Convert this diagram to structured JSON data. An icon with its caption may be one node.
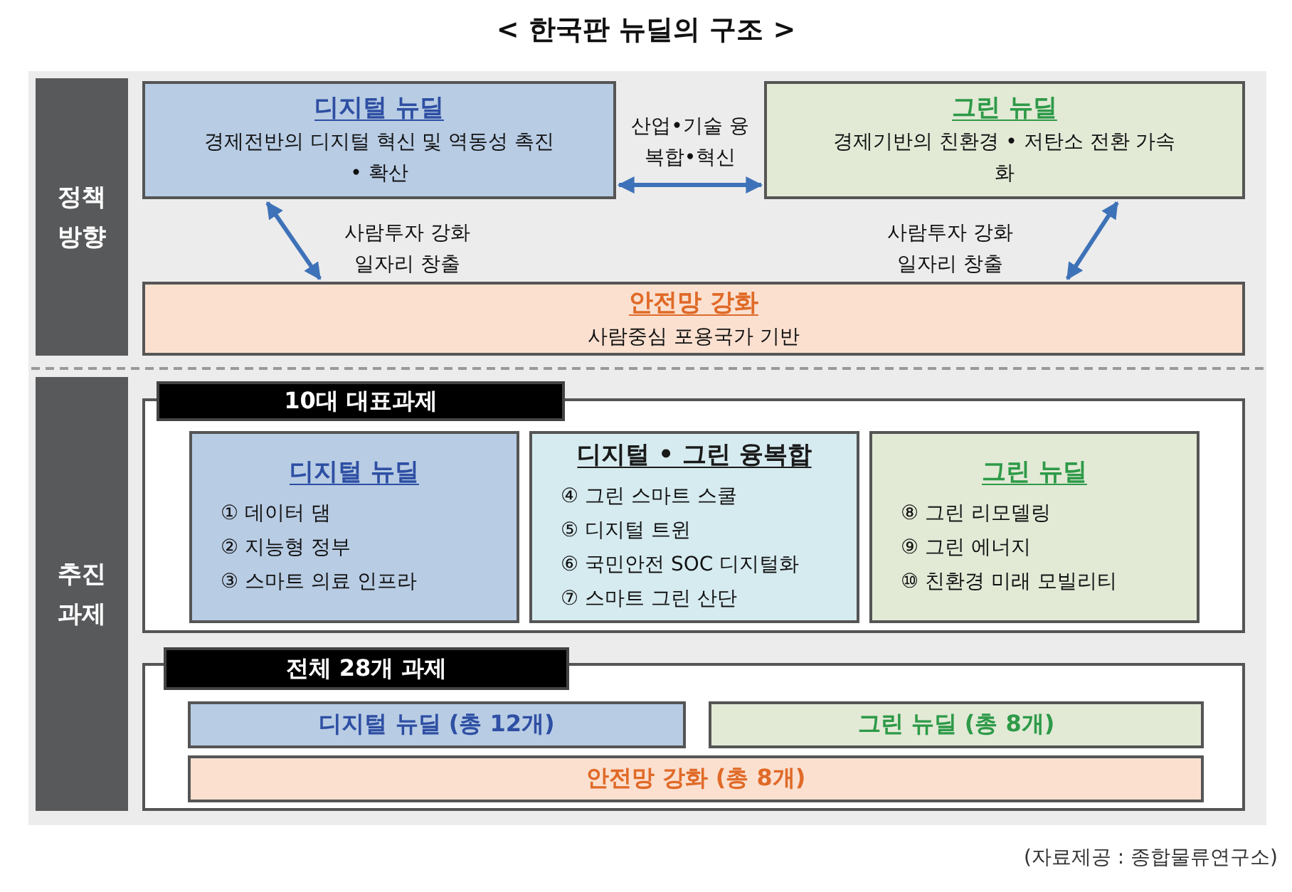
{
  "diagram": {
    "title": "< 한국판 뉴딜의 구조 >",
    "caption": "(자료제공 : 종합물류연구소)",
    "nodes": [
      {
        "text": [
          "정책 방향"
        ]
      },
      {
        "text": [
          "디지털 뉴딜",
          "경제전반의 디지털 혁신 및 역동성 촉진 • 확산"
        ]
      },
      {
        "text": [
          "그린 뉴딜",
          "경제기반의 친환경 • 저탄소 전환 가속화"
        ]
      },
      {
        "text": [
          "안전망 강화",
          "사람중심 포용국가 기반"
        ]
      },
      {
        "text": [
          "추진 과제"
        ]
      },
      {
        "text": [
          "10대 대표과제"
        ]
      },
      {
        "text": [
          "디지털 뉴딜",
          "① 데이터 댐",
          "② 지능형 정부",
          "③ 스마트 의료 인프라"
        ],
        "in": 5
      },
      {
        "text": [
          "디지털 • 그린 융복합",
          "④ 그린 스마트 스쿨",
          "⑤ 디지털 트윈",
          "⑥ 국민안전 SOC 디지털화",
          "⑦ 스마트 그린 산단"
        ],
        "in": 5
      },
      {
        "text": [
          "그린 뉴딜",
          "⑧ 그린 리모델링",
          "⑨ 그린 에너지",
          "⑩ 친환경 미래 모빌리티"
        ],
        "in": 5
      },
      {
        "text": [
          "전체 28개 과제"
        ]
      },
      {
        "text": [
          "디지털 뉴딜 (총 12개)"
        ],
        "in": 9
      },
      {
        "text": [
          "그린 뉴딜 (총 8개)"
        ],
        "in": 9
      },
      {
        "text": [
          "안전망 강화 (총 8개)"
        ],
        "in": 9
      }
    ],
    "edges": [
      {
        "from": 1,
        "to": 2,
        "arrow": "both",
        "label": "산업•기술 융복합•혁신"
      },
      {
        "from": 1,
        "to": 3,
        "arrow": "both",
        "label": "사람투자 강화 일자리 창출"
      },
      {
        "from": 2,
        "to": 3,
        "arrow": "both",
        "label": "사람투자 강화 일자리 창출"
      }
    ]
  }
}
